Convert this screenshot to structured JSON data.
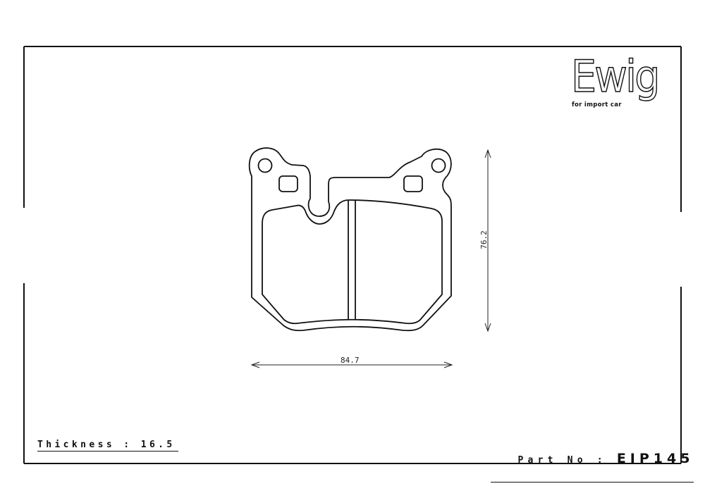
{
  "brand": {
    "name": "Ewig",
    "tagline": "for import car"
  },
  "drawing": {
    "type": "brake-pad-outline",
    "dimensions": {
      "width": "84.7",
      "height": "76.2"
    }
  },
  "footer": {
    "thickness_label": "Thickness : 16.5",
    "thickness_value": "16.5",
    "part_no_label": "Part No : ",
    "part_no_value": "EIP145"
  },
  "colors": {
    "line": "#111111",
    "background": "#ffffff"
  }
}
